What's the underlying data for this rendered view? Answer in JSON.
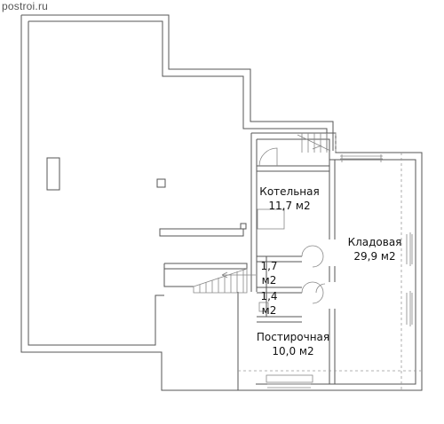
{
  "watermark": "postroi.ru",
  "rooms": [
    {
      "name": "Котельная",
      "area": "11,7 м2"
    },
    {
      "name": "Кладовая",
      "area": "29,9 м2"
    },
    {
      "name": "1,7",
      "area": "м2"
    },
    {
      "name": "1,4",
      "area": "м2"
    },
    {
      "name": "Постирочная",
      "area": "10,0 м2"
    }
  ]
}
